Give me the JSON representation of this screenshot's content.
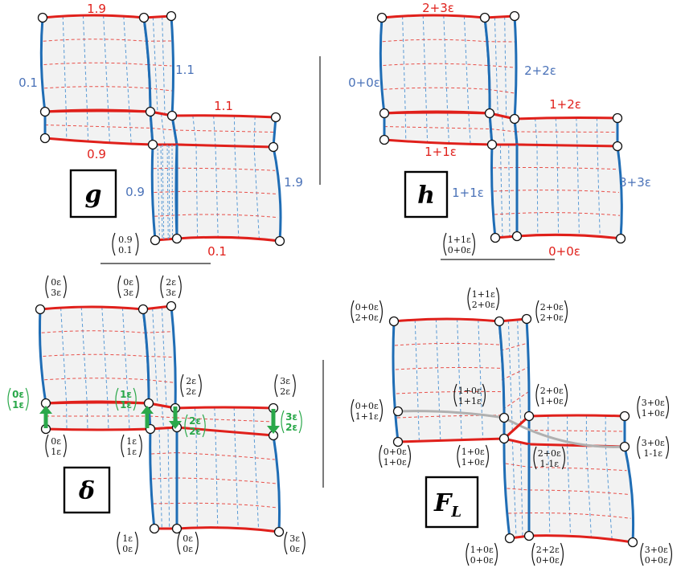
{
  "panels": [
    {
      "key": "g",
      "label": "g",
      "upper_rect": {
        "top": "1.9",
        "left": "0.1",
        "right": "1.1"
      },
      "lower_rect": {
        "top": "1.1",
        "left": "0.9",
        "right": "1.9",
        "bottom": "0.1"
      },
      "mid_left": "0.9",
      "corner_label": [
        "0.9",
        "0.1"
      ]
    },
    {
      "key": "h",
      "label": "h",
      "upper_rect": {
        "top": "2+3ε",
        "left": "0+0ε",
        "right": "2+2ε"
      },
      "lower_rect": {
        "top": "1+2ε",
        "left": "1+1ε",
        "right": "3+3ε",
        "bottom": "0+0ε"
      },
      "mid_left": "1+1ε",
      "corner_label": [
        "1+1ε",
        "0+0ε"
      ]
    },
    {
      "key": "delta",
      "label": "δ",
      "vectors": {
        "ul": [
          "0ε",
          "3ε"
        ],
        "um": [
          "0ε",
          "3ε"
        ],
        "ur": [
          "2ε",
          "3ε"
        ],
        "mr_top": [
          "2ε",
          "2ε"
        ],
        "lr_top": [
          "3ε",
          "2ε"
        ],
        "ml": [
          "0ε",
          "1ε"
        ],
        "mm": [
          "1ε",
          "1ε"
        ],
        "bl": [
          "0ε",
          "1ε"
        ],
        "bm": [
          "1ε",
          "1ε"
        ],
        "b1": [
          "1ε",
          "0ε"
        ],
        "b2": [
          "0ε",
          "0ε"
        ],
        "b3": [
          "3ε",
          "0ε"
        ]
      },
      "green": {
        "a": [
          "0ε",
          "1ε"
        ],
        "b": [
          "1ε",
          "1ε"
        ],
        "c": [
          "2ε",
          "2ε"
        ],
        "d": [
          "3ε",
          "2ε"
        ]
      }
    },
    {
      "key": "FL",
      "label": "F",
      "label_sub": "L",
      "vectors": {
        "ul": [
          "0+0ε",
          "2+0ε"
        ],
        "um": [
          "1+1ε",
          "2+0ε"
        ],
        "ur": [
          "2+0ε",
          "2+0ε"
        ],
        "ml": [
          "0+0ε",
          "1+1ε"
        ],
        "mm": [
          "1+0ε",
          "1+1ε"
        ],
        "mr": [
          "2+0ε",
          "1+0ε"
        ],
        "lr1": [
          "3+0ε",
          "1+0ε"
        ],
        "lr2": [
          "3+0ε",
          "1-1ε"
        ],
        "bl": [
          "0+0ε",
          "1+0ε"
        ],
        "bm": [
          "1+0ε",
          "1+0ε"
        ],
        "bmid": [
          "2+0ε",
          "1-1ε"
        ],
        "b1": [
          "1+0ε",
          "0+0ε"
        ],
        "b2": [
          "2+2ε",
          "0+0ε"
        ],
        "b3": [
          "3+0ε",
          "0+0ε"
        ]
      }
    }
  ],
  "colors": {
    "red": "#e0201b",
    "blue": "#1f6db5",
    "gridred": "#e8504a",
    "gridblue": "#5b9bd5",
    "fill": "#f2f2f2",
    "green": "#2aa84a",
    "gray": "#b0b0b0"
  }
}
